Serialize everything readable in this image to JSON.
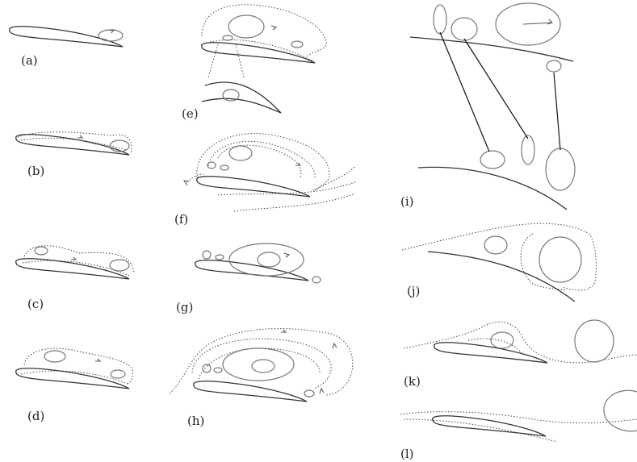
{
  "panels": [
    {
      "id": "a",
      "label": "(a)"
    },
    {
      "id": "b",
      "label": "(b)"
    },
    {
      "id": "c",
      "label": "(c)"
    },
    {
      "id": "d",
      "label": "(d)"
    },
    {
      "id": "e",
      "label": "(e)"
    },
    {
      "id": "f",
      "label": "(f)"
    },
    {
      "id": "g",
      "label": "(g)"
    },
    {
      "id": "h",
      "label": "(h)"
    },
    {
      "id": "i",
      "label": "(i)"
    },
    {
      "id": "j",
      "label": "(j)"
    },
    {
      "id": "k",
      "label": "(k)"
    },
    {
      "id": "l",
      "label": "(l)"
    }
  ],
  "colors": {
    "airfoil": "#333333",
    "vortex": "#777777",
    "separation_line": "#444444",
    "connector": "#111111"
  }
}
